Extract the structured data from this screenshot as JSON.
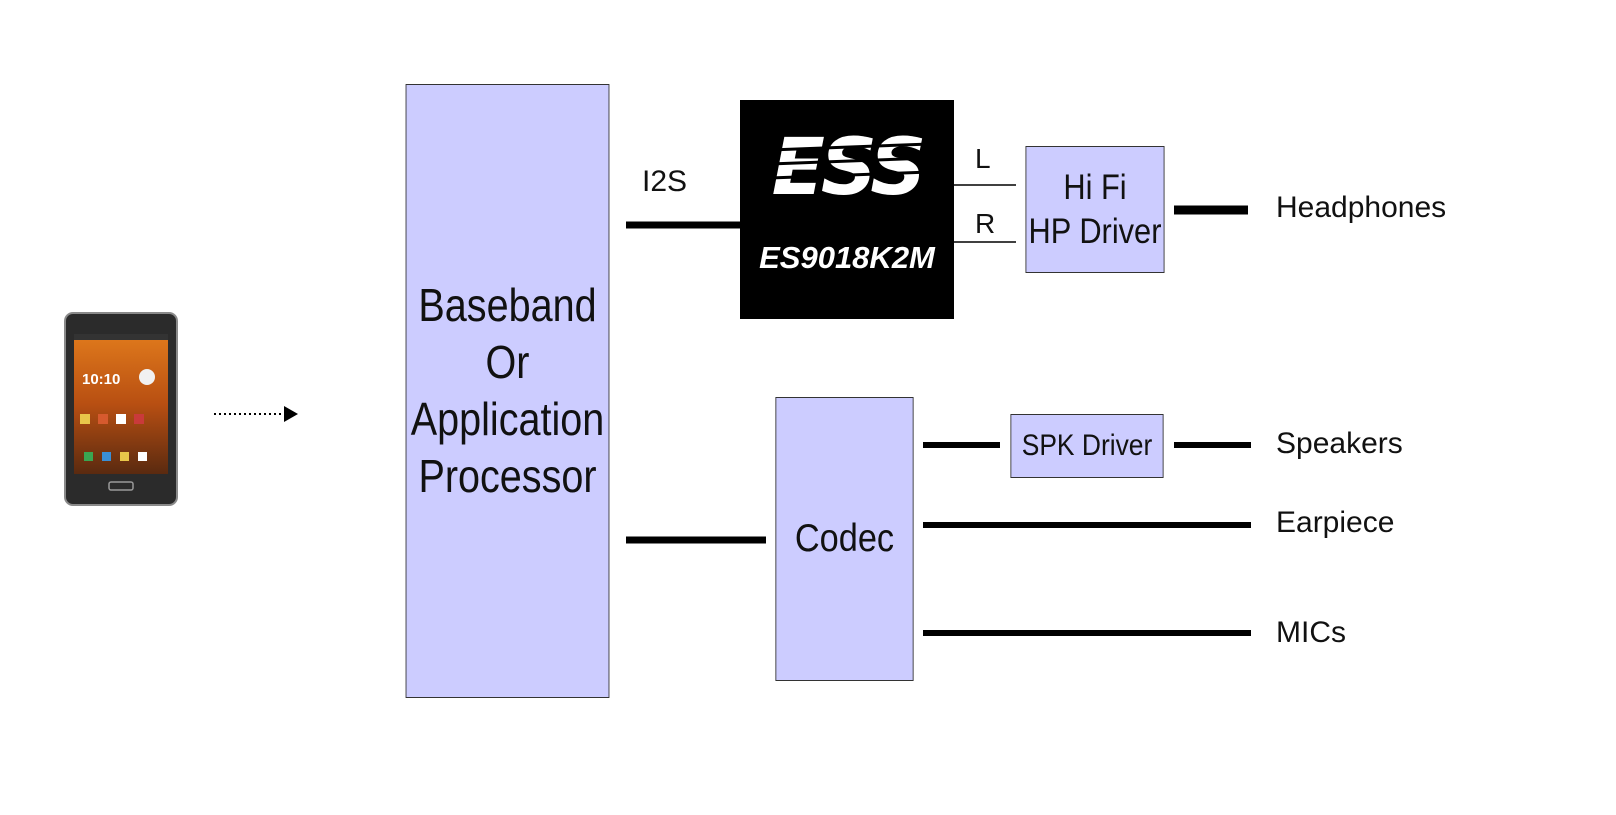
{
  "processor": {
    "lines": [
      "Baseband",
      "Or",
      "Application",
      "Processor"
    ]
  },
  "dac_chip": {
    "logo": "ESS",
    "part_number": "ES9018K2M"
  },
  "hp_driver": {
    "lines": [
      "Hi Fi",
      "HP Driver"
    ]
  },
  "codec": {
    "label": "Codec"
  },
  "spk_driver": {
    "label": "SPK Driver"
  },
  "bus_label": "I2S",
  "channel_left": "L",
  "channel_right": "R",
  "outputs": {
    "headphones": "Headphones",
    "speakers": "Speakers",
    "earpiece": "Earpiece",
    "mics": "MICs"
  },
  "phone": {
    "clock": "10:10"
  },
  "colors": {
    "block_fill": "#ccccff",
    "chip_fill": "#000000",
    "line": "#000000"
  }
}
